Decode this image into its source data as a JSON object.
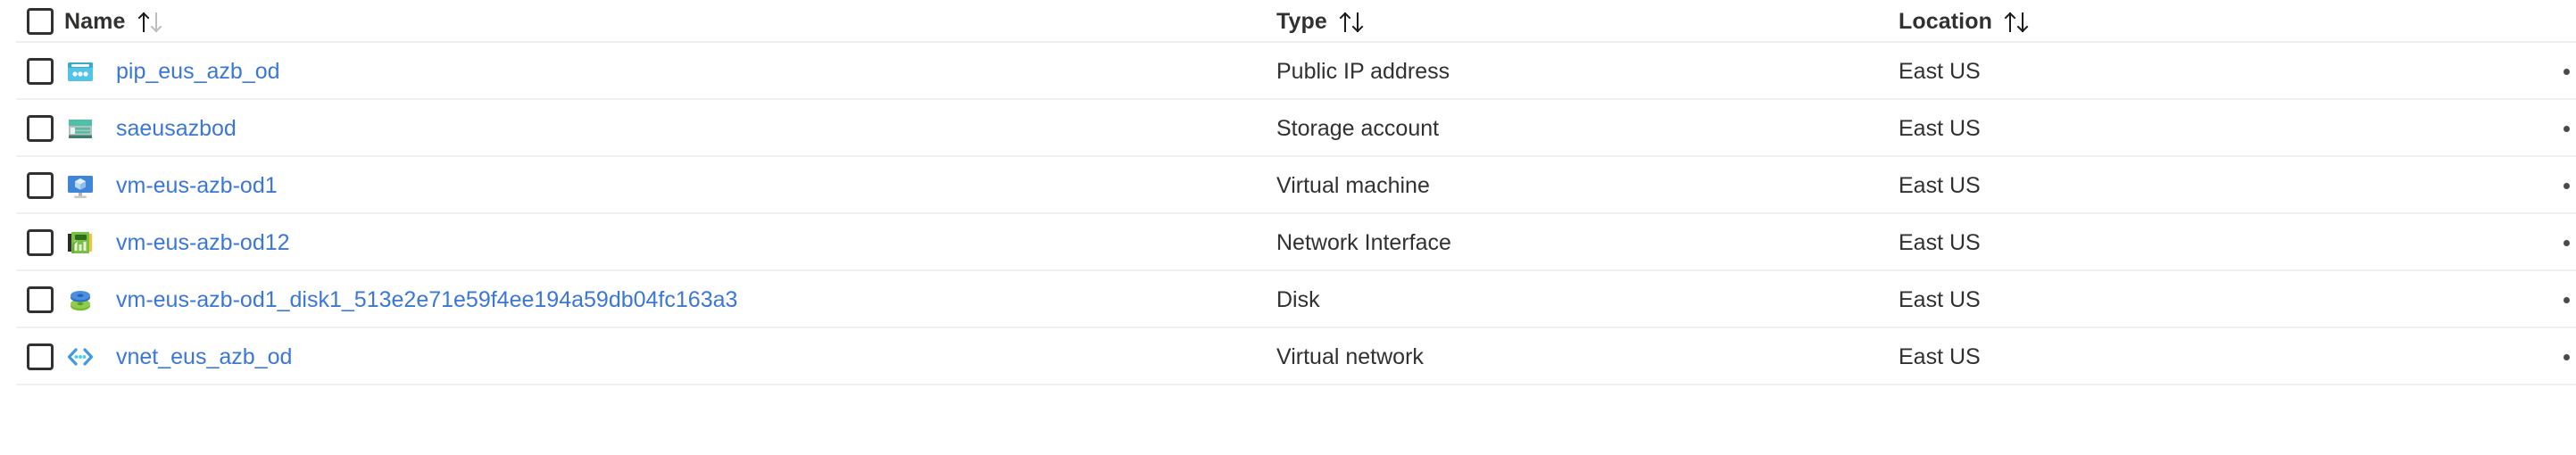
{
  "table": {
    "columns": [
      {
        "key": "name",
        "label": "Name",
        "sortable": true,
        "sort_direction": "asc"
      },
      {
        "key": "type",
        "label": "Type",
        "sortable": true,
        "sort_direction": "none"
      },
      {
        "key": "location",
        "label": "Location",
        "sortable": true,
        "sort_direction": "none"
      }
    ],
    "select_all": {
      "checked": false,
      "icon": "checkbox-icon"
    },
    "row_action_icon": "ellipsis-icon",
    "rows": [
      {
        "checked": false,
        "icon": "public-ip-address-icon",
        "name": "pip_eus_azb_od",
        "type": "Public IP address",
        "location": "East US"
      },
      {
        "checked": false,
        "icon": "storage-account-icon",
        "name": "saeusazbod",
        "type": "Storage account",
        "location": "East US"
      },
      {
        "checked": false,
        "icon": "virtual-machine-icon",
        "name": "vm-eus-azb-od1",
        "type": "Virtual machine",
        "location": "East US"
      },
      {
        "checked": false,
        "icon": "network-interface-icon",
        "name": "vm-eus-azb-od12",
        "type": "Network Interface",
        "location": "East US"
      },
      {
        "checked": false,
        "icon": "disk-icon",
        "name": "vm-eus-azb-od1_disk1_513e2e71e59f4ee194a59db04fc163a3",
        "type": "Disk",
        "location": "East US"
      },
      {
        "checked": false,
        "icon": "virtual-network-icon",
        "name": "vnet_eus_azb_od",
        "type": "Virtual network",
        "location": "East US"
      }
    ]
  },
  "colors": {
    "link": "#3b77d4",
    "text": "#323130",
    "divider": "#f0f0f0",
    "background": "#ffffff"
  }
}
